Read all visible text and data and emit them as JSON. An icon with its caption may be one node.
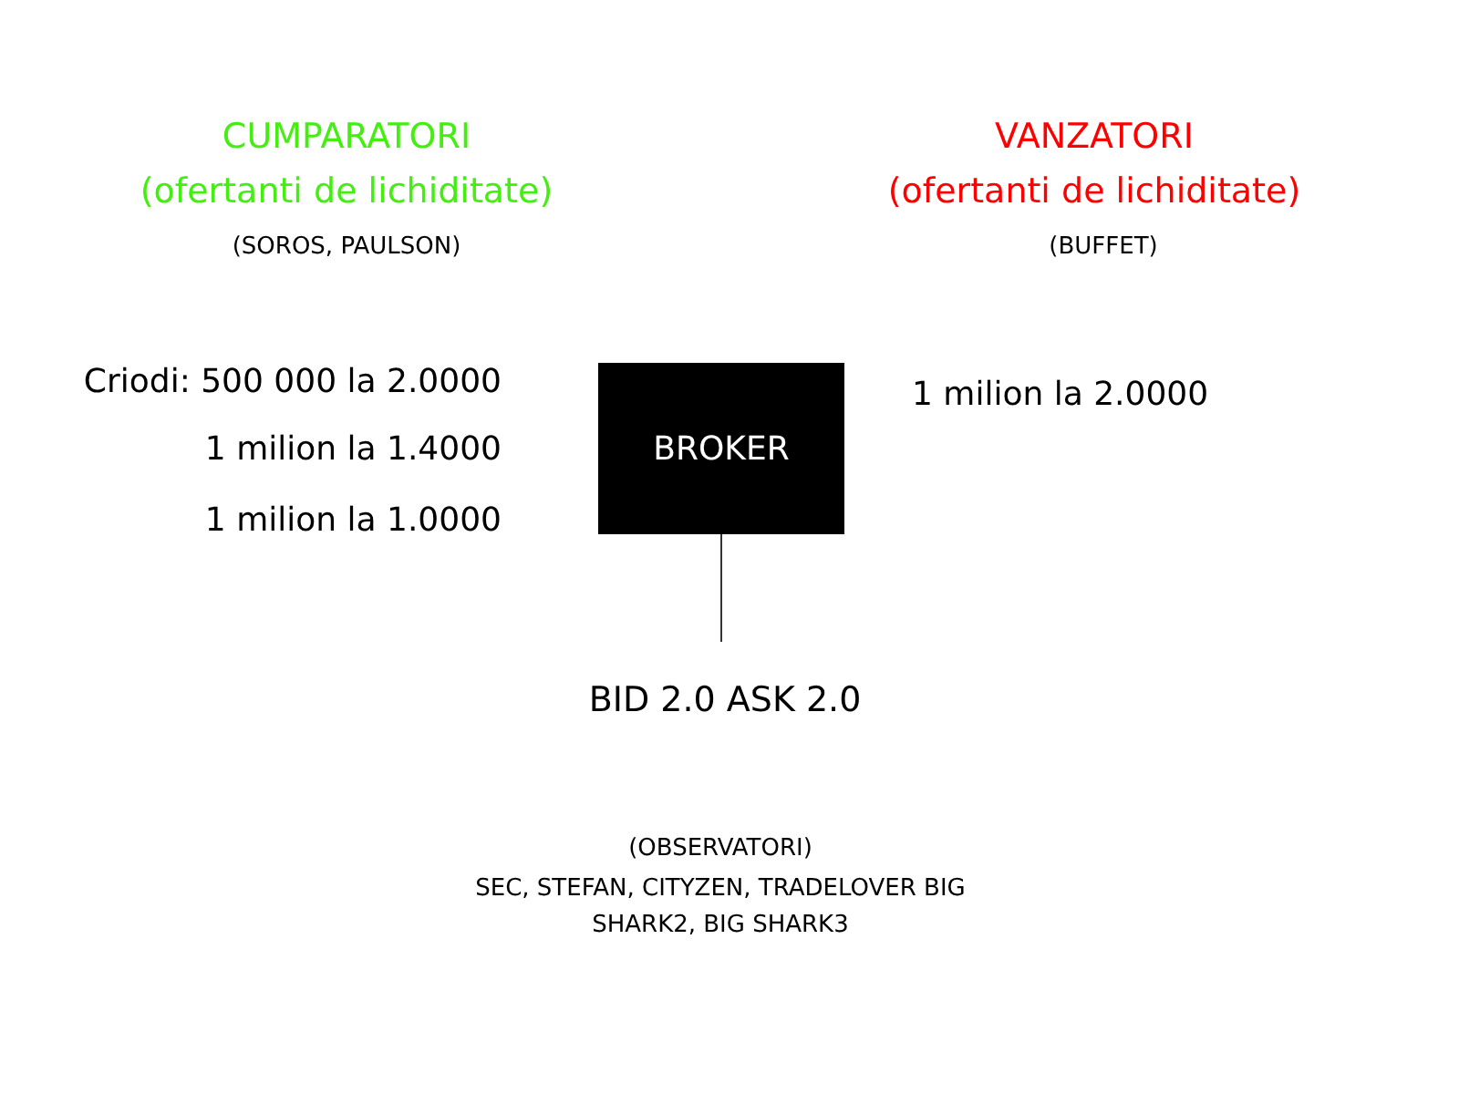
{
  "diagram": {
    "nodes": [
      {
        "text": [
          "BROKER"
        ]
      },
      {
        "text": [
          "BID 2.0 ASK 2.0"
        ]
      }
    ],
    "edges": [
      {
        "from": 0,
        "to": 1,
        "arrow": "none"
      }
    ],
    "labels": [
      "CUMPARATORI",
      "(ofertanti de lichiditate)",
      "(SOROS, PAULSON)",
      "VANZATORI",
      "(ofertanti de lichiditate)",
      "(BUFFET)",
      "Criodi: 500 000 la 2.0000",
      "1 milion la 1.4000",
      "1 milion la 1.0000",
      "1 milion la 2.0000",
      "(OBSERVATORI)",
      "SEC, STEFAN, CITYZEN, TRADELOVER BIG SHARK2, BIG SHARK3"
    ]
  }
}
